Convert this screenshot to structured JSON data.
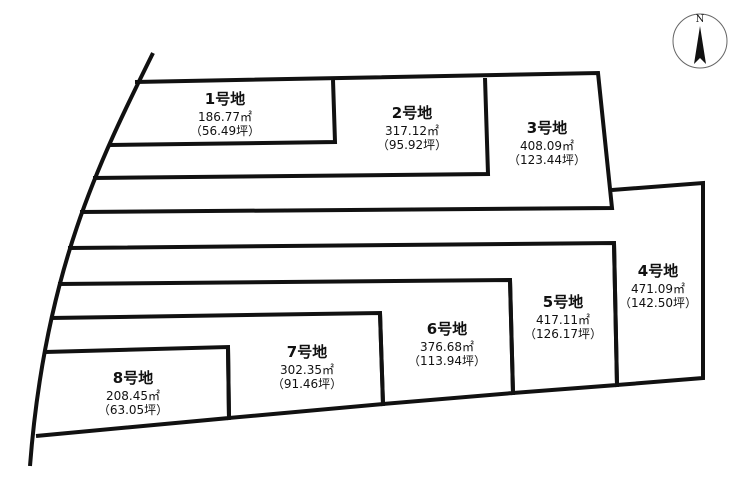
{
  "compass": {
    "label": "N",
    "color": "#111111"
  },
  "lots": [
    {
      "name": "1号地",
      "area": "186.77㎡",
      "tsubo": "（56.49坪）"
    },
    {
      "name": "2号地",
      "area": "317.12㎡",
      "tsubo": "（95.92坪）"
    },
    {
      "name": "3号地",
      "area": "408.09㎡",
      "tsubo": "（123.44坪）"
    },
    {
      "name": "4号地",
      "area": "471.09㎡",
      "tsubo": "（142.50坪）"
    },
    {
      "name": "5号地",
      "area": "417.11㎡",
      "tsubo": "（126.17坪）"
    },
    {
      "name": "6号地",
      "area": "376.68㎡",
      "tsubo": "（113.94坪）"
    },
    {
      "name": "7号地",
      "area": "302.35㎡",
      "tsubo": "（91.46坪）"
    },
    {
      "name": "8号地",
      "area": "208.45㎡",
      "tsubo": "（63.05坪）"
    }
  ]
}
